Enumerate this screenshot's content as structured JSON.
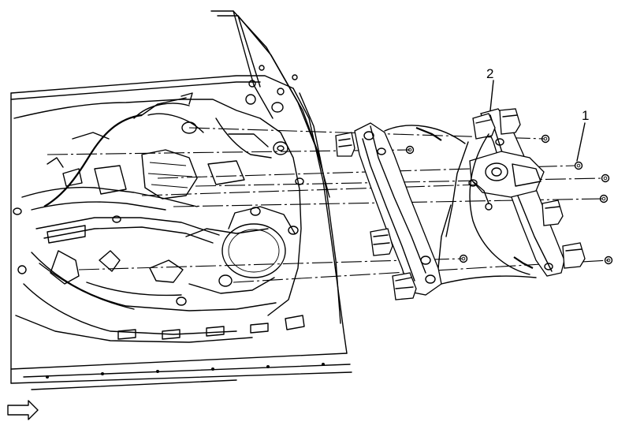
{
  "diagram": {
    "callouts": [
      {
        "id": "1",
        "label": "1"
      },
      {
        "id": "2",
        "label": "2"
      }
    ],
    "view_arrow_icon": "view-direction-arrow-icon",
    "colors": {
      "line": "#000000",
      "background": "#ffffff"
    }
  }
}
